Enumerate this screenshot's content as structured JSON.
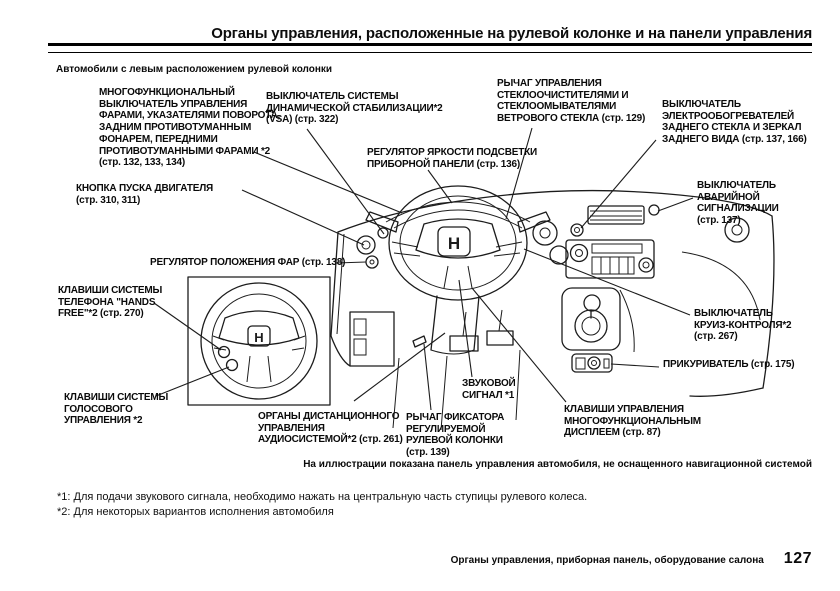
{
  "header": {
    "title": "Органы управления, расположенные на рулевой колонке и на панели управления",
    "subtitle": "Автомобили с левым расположением рулевой колонки"
  },
  "labels": [
    {
      "id": "multifunction-light-switch",
      "text": "МНОГОФУНКЦИОНАЛЬНЫЙ\nВЫКЛЮЧАТЕЛЬ УПРАВЛЕНИЯ\nФАРАМИ, УКАЗАТЕЛЯМИ ПОВОРОТА,\nЗАДНИМ ПРОТИВОТУМАННЫМ\nФОНАРЕМ, ПЕРЕДНИМИ\nПРОТИВОТУМАННЫМИ ФАРАМИ *2\n(стр. 132, 133, 134)"
    },
    {
      "id": "engine-start-button",
      "text": "КНОПКА ПУСКА ДВИГАТЕЛЯ\n(стр. 310, 311)"
    },
    {
      "id": "vsa-switch",
      "text": "ВЫКЛЮЧАТЕЛЬ СИСТЕМЫ\nДИНАМИЧЕСКОЙ СТАБИЛИЗАЦИИ*2\n(VSA) (стр. 322)"
    },
    {
      "id": "panel-brightness-control",
      "text": "РЕГУЛЯТОР ЯРКОСТИ ПОДСВЕТКИ\nПРИБОРНОЙ ПАНЕЛИ (стр. 136)"
    },
    {
      "id": "wiper-washer-lever",
      "text": "РЫЧАГ УПРАВЛЕНИЯ\nСТЕКЛООЧИСТИТЕЛЯМИ И\nСТЕКЛООМЫВАТЕЛЯМИ\nВЕТРОВОГО СТЕКЛА (стр. 129)"
    },
    {
      "id": "rear-defogger-switch",
      "text": "ВЫКЛЮЧАТЕЛЬ\nЭЛЕКТРООБОГРЕВАТЕЛЕЙ\nЗАДНЕГО СТЕКЛА И ЗЕРКАЛ\nЗАДНЕГО ВИДА (стр. 137, 166)"
    },
    {
      "id": "hazard-switch",
      "text": "ВЫКЛЮЧАТЕЛЬ\nАВАРИЙНОЙ\nСИГНАЛИЗАЦИИ\n(стр. 137)"
    },
    {
      "id": "headlight-leveler",
      "text": "РЕГУЛЯТОР ПОЛОЖЕНИЯ ФАР (стр. 138)"
    },
    {
      "id": "handsfree-phone-keys",
      "text": "КЛАВИШИ СИСТЕМЫ\nТЕЛЕФОНА \"HANDS\nFREE\"*2 (стр. 270)"
    },
    {
      "id": "cruise-control-switch",
      "text": "ВЫКЛЮЧАТЕЛЬ\nКРУИЗ-КОНТРОЛЯ*2\n(стр. 267)"
    },
    {
      "id": "cigarette-lighter",
      "text": "ПРИКУРИВАТЕЛЬ (стр. 175)"
    },
    {
      "id": "voice-control-keys",
      "text": "КЛАВИШИ СИСТЕМЫ\nГОЛОСОВОГО\nУПРАВЛЕНИЯ *2"
    },
    {
      "id": "audio-remote-controls",
      "text": "ОРГАНЫ ДИСТАНЦИОННОГО\nУПРАВЛЕНИЯ\nАУДИОСИСТЕМОЙ*2 (стр. 261)"
    },
    {
      "id": "tilt-lever",
      "text": "РЫЧАГ ФИКСАТОРА\nРЕГУЛИРУЕМОЙ\nРУЛЕВОЙ КОЛОНКИ\n(стр. 139)"
    },
    {
      "id": "horn",
      "text": "ЗВУКОВОЙ\nСИГНАЛ *1"
    },
    {
      "id": "display-keys",
      "text": "КЛАВИШИ УПРАВЛЕНИЯ\nМНОГОФУНКЦИОНАЛЬНЫМ\nДИСПЛЕЕМ (стр. 87)"
    }
  ],
  "diagram": {
    "main_wheel_logo": "H",
    "inset_wheel_logo": "H",
    "note": "На иллюстрации показана панель управления автомобиля, не оснащенного навигационной системой"
  },
  "footnotes": [
    "*1:  Для подачи звукового сигнала, необходимо нажать на центральную часть ступицы рулевого колеса.",
    "*2:  Для некоторых вариантов исполнения автомобиля"
  ],
  "footer": {
    "section_title": "Органы управления, приборная панель, оборудование салона",
    "page_number": "127"
  }
}
